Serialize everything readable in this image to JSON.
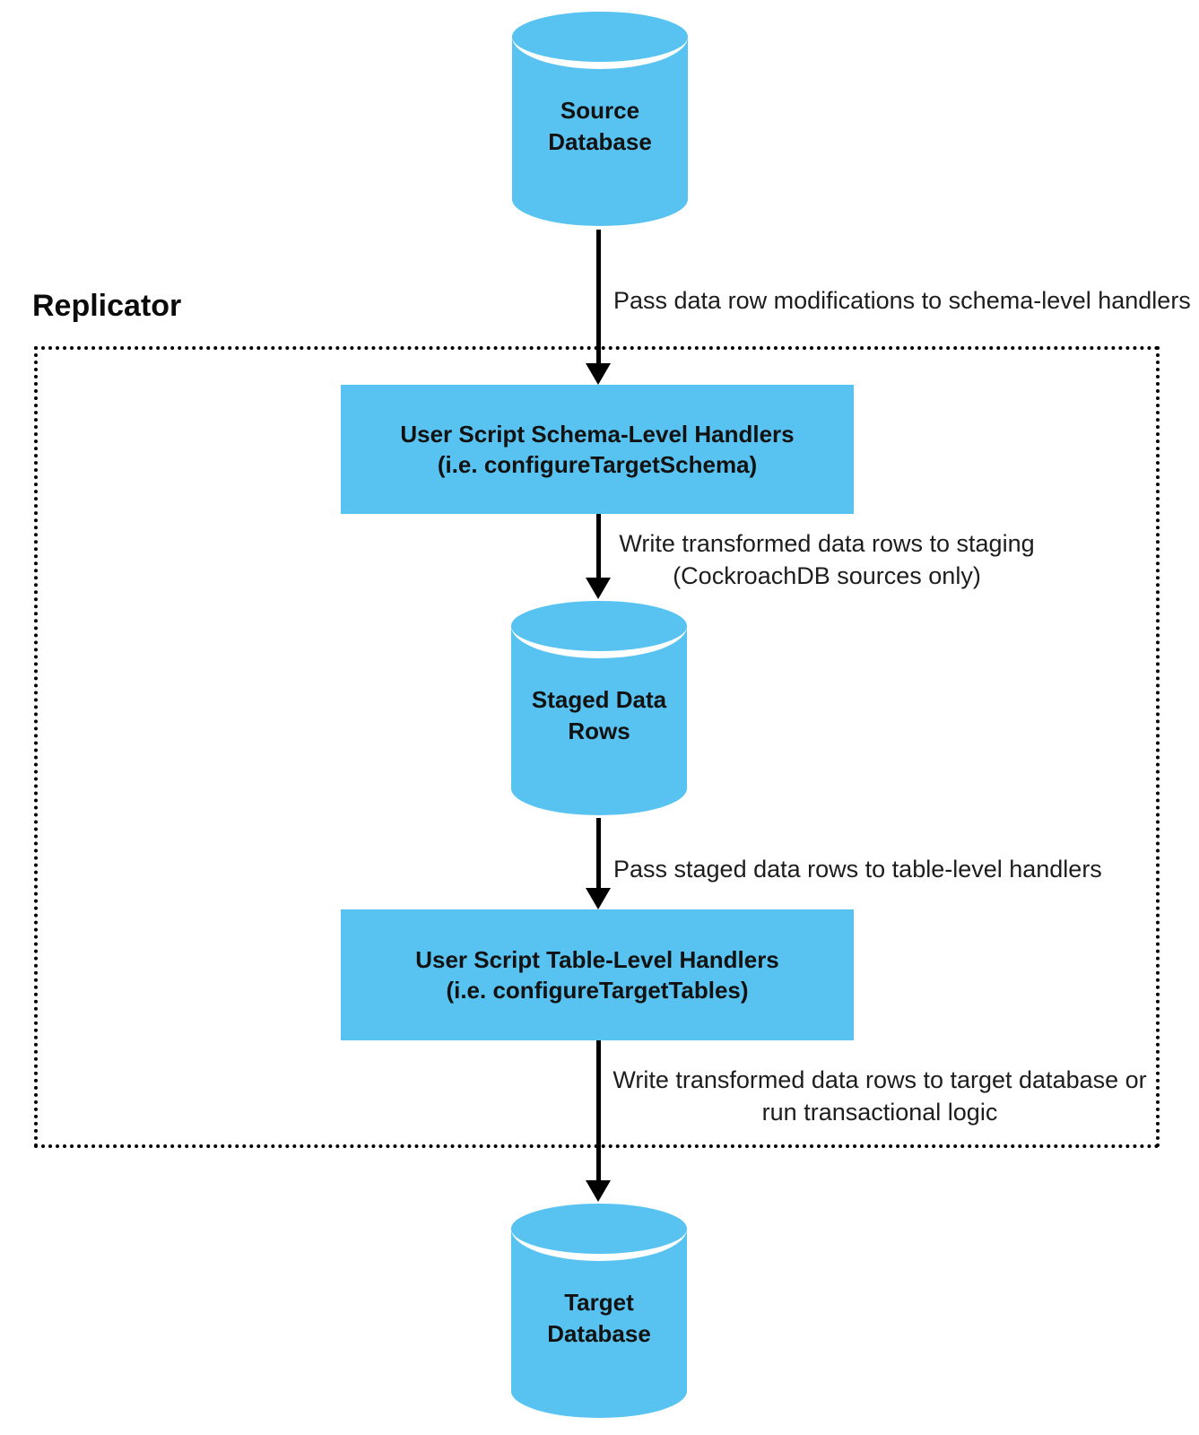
{
  "replicator": {
    "label": "Replicator"
  },
  "nodes": {
    "source_db": {
      "line1": "Source",
      "line2": "Database"
    },
    "schema_handlers": {
      "line1": "User Script Schema-Level Handlers",
      "line2": "(i.e. configureTargetSchema)"
    },
    "staged_rows": {
      "line1": "Staged Data",
      "line2": "Rows"
    },
    "table_handlers": {
      "line1": "User Script Table-Level Handlers",
      "line2": "(i.e. configureTargetTables)"
    },
    "target_db": {
      "line1": "Target",
      "line2": "Database"
    }
  },
  "edges": {
    "source_to_schema": {
      "label": "Pass data row modifications to schema-level handlers"
    },
    "schema_to_staged": {
      "line1": "Write transformed data rows to staging",
      "line2": "(CockroachDB sources only)"
    },
    "staged_to_table": {
      "label": "Pass staged data rows to table-level handlers"
    },
    "table_to_target": {
      "line1": "Write transformed data rows to target database or",
      "line2": "run transactional logic"
    }
  },
  "colors": {
    "node_fill": "#58C3F1",
    "line": "#000000",
    "text": "#121212"
  }
}
